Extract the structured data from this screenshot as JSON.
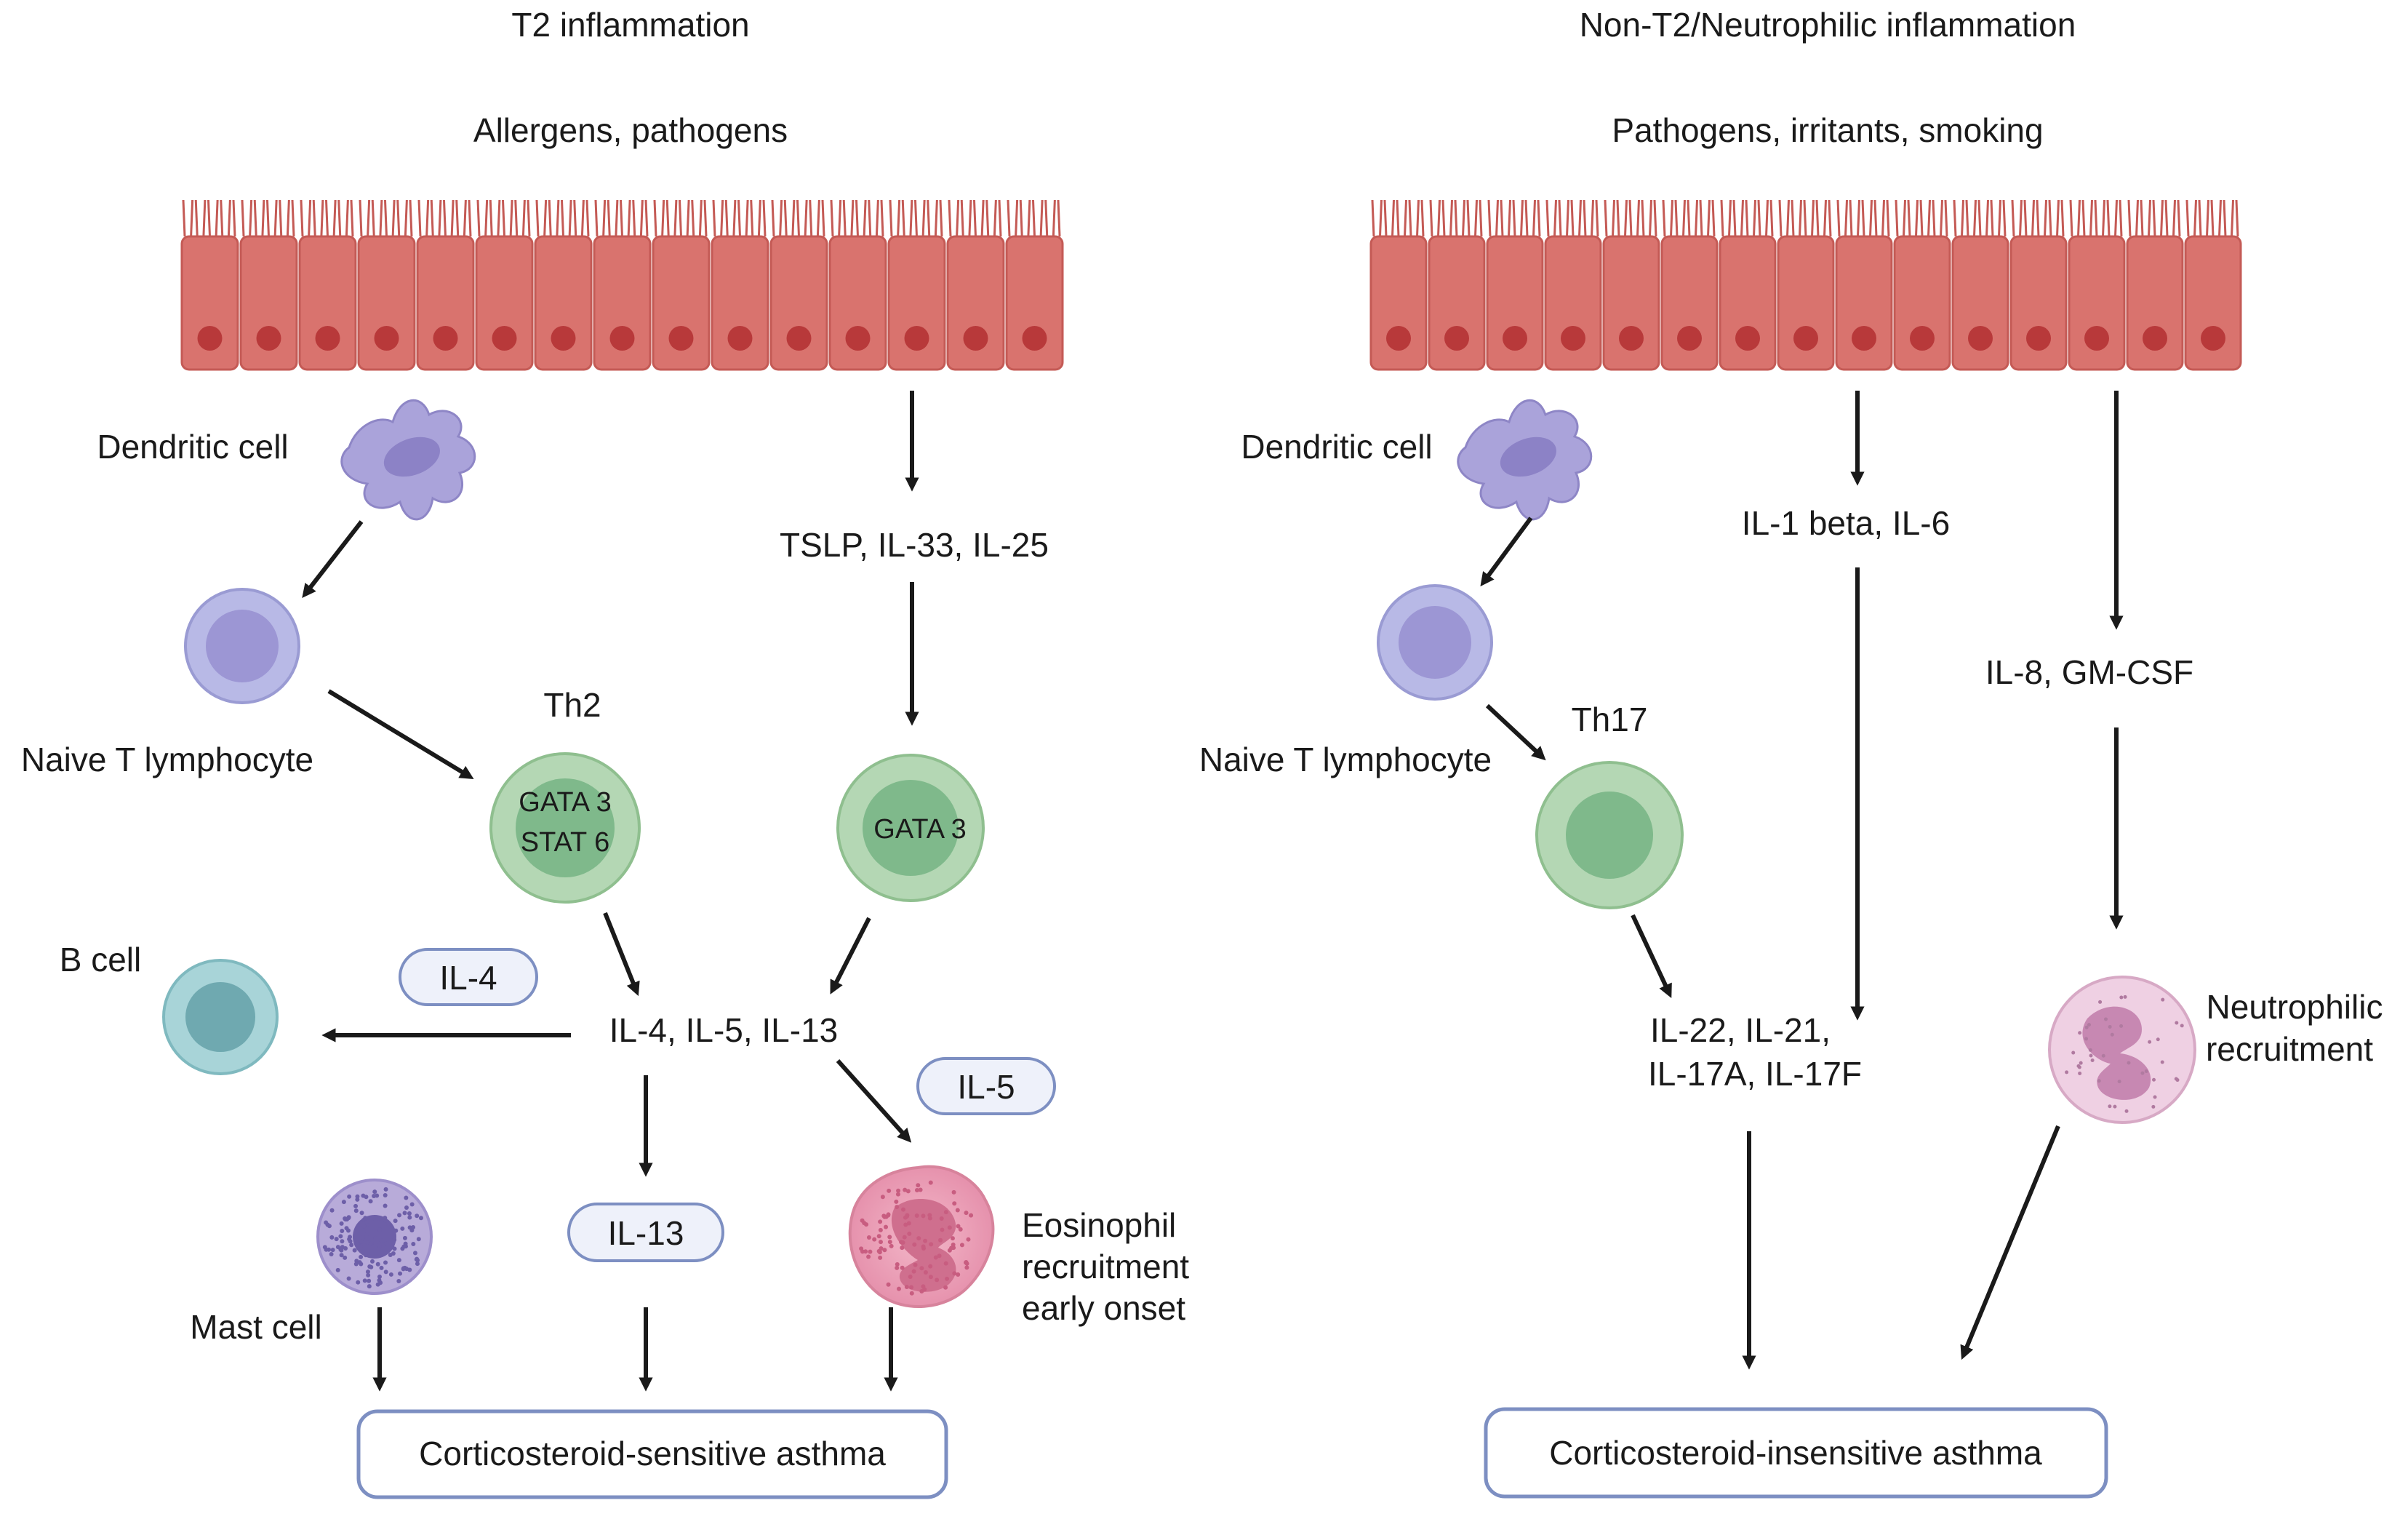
{
  "left": {
    "title": "T2 inflammation",
    "triggers": "Allergens, pathogens",
    "dendritic_cell": "Dendritic cell",
    "naive_t": "Naive T lymphocyte",
    "th2": "Th2",
    "th2_tf1": "GATA 3",
    "th2_tf2": "STAT 6",
    "ilc_tf": "GATA 3",
    "alarmins": "TSLP, IL-33, IL-25",
    "cytokines": "IL-4, IL-5, IL-13",
    "b_cell": "B cell",
    "il4_badge": "IL-4",
    "il5_badge": "IL-5",
    "il13_badge": "IL-13",
    "mast_cell": "Mast cell",
    "eosinophil_line1": "Eosinophil",
    "eosinophil_line2": "recruitment",
    "eosinophil_line3": "early onset",
    "outcome": "Corticosteroid-sensitive asthma"
  },
  "right": {
    "title": "Non-T2/Neutrophilic inflammation",
    "triggers": "Pathogens, irritants, smoking",
    "dendritic_cell": "Dendritic cell",
    "naive_t": "Naive T lymphocyte",
    "th17": "Th17",
    "il1": "IL-1 beta, IL-6",
    "il8": "IL-8, GM-CSF",
    "il22_line1": "IL-22, IL-21,",
    "il22_line2": "IL-17A, IL-17F",
    "neutro_line1": "Neutrophilic",
    "neutro_line2": "recruitment",
    "outcome": "Corticosteroid-insensitive asthma"
  },
  "colors": {
    "epithelium": "#d9736e",
    "epithelium_dark": "#c45a55",
    "nucleus": "#b8393a",
    "dendritic": "#a9a3d8",
    "naive_t": "#b2b3e3",
    "th2": "#a6cfa6",
    "b_cell": "#9fcfd4",
    "mast": "#b3a6d6",
    "eosinophil": "#eba0b8",
    "neutrophil": "#eac4dc",
    "box_border": "#7d8fc2",
    "arrow": "#1a1a1a"
  }
}
